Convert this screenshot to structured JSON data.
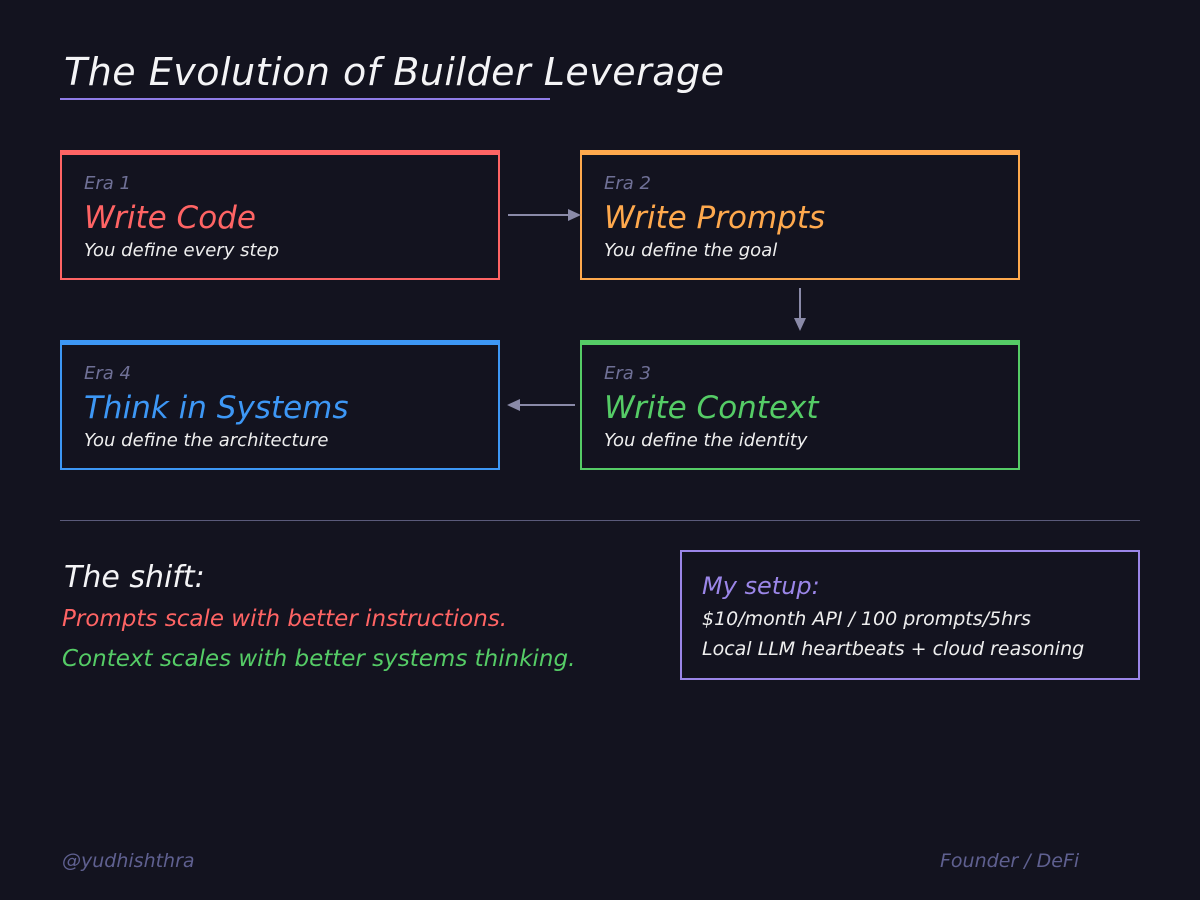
{
  "title": "The Evolution of Builder Leverage",
  "eras": [
    {
      "label": "Era 1",
      "title": "Write Code",
      "desc": "You define every step",
      "color": "#ff6464"
    },
    {
      "label": "Era 2",
      "title": "Write Prompts",
      "desc": "You define the goal",
      "color": "#ffa94d"
    },
    {
      "label": "Era 3",
      "title": "Write Context",
      "desc": "You define the identity",
      "color": "#55cc66"
    },
    {
      "label": "Era 4",
      "title": "Think in Systems",
      "desc": "You define the architecture",
      "color": "#3d97f5"
    }
  ],
  "shift": {
    "title": "The shift:",
    "line1": "Prompts scale with better instructions.",
    "line2": "Context scales with better systems thinking.",
    "line1_color": "#ff6464",
    "line2_color": "#55cc66"
  },
  "setup": {
    "title": "My setup:",
    "line1": "$10/month API  /  100 prompts/5hrs",
    "line2": "Local LLM heartbeats + cloud reasoning",
    "color": "#9b86e8"
  },
  "footer": {
    "left": "@yudhishthra",
    "right": "Founder / DeFi"
  },
  "colors": {
    "background": "#13131f",
    "accent": "#8f7ce6",
    "arrow": "#8a8aa8"
  }
}
